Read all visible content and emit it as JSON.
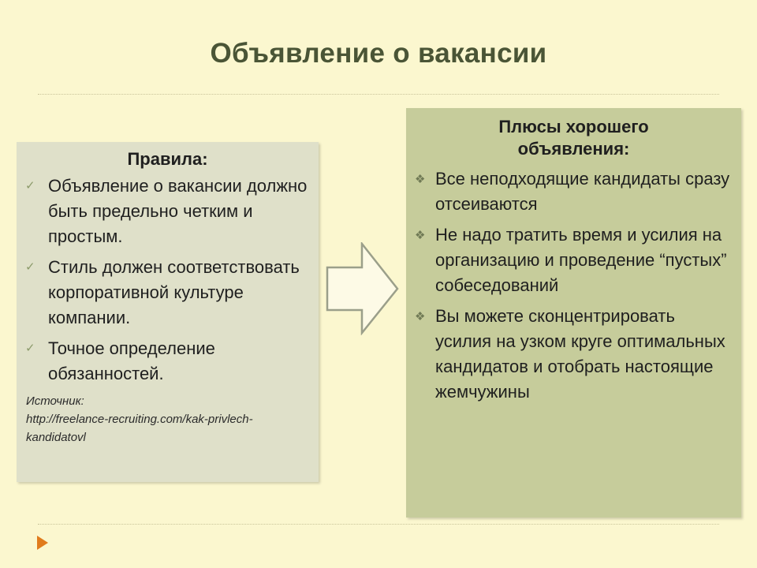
{
  "slide": {
    "title": "Объявление о вакансии"
  },
  "rules_box": {
    "heading": "Правила:",
    "items": [
      "Объявление о вакансии должно быть предельно четким и простым.",
      "Стиль должен соответствовать корпоративной культуре компании.",
      "Точное определение обязанностей."
    ],
    "source_label": "Источник:",
    "source_url": "http://freelance-recruiting.com/kak-privlech-kandidatovl"
  },
  "benefits_box": {
    "heading": "Плюсы хорошего объявления:",
    "items": [
      "Все неподходящие кандидаты сразу отсеиваются",
      "Не надо тратить время и усилия на организацию и проведение “пустых” собеседований",
      "Вы можете сконцентрировать усилия на узком круге оптимальных кандидатов и отобрать настоящие жемчужины"
    ]
  },
  "icons": {
    "list_bullet_left": "check-icon",
    "list_bullet_right": "diamond-icon",
    "connector": "right-arrow-icon",
    "navigation": "next-slide-icon"
  },
  "colors": {
    "background": "#fbf7cf",
    "title": "#4a5536",
    "left_box": "#dfe0c9",
    "right_box": "#c6cc9b",
    "nav_arrow": "#e07b1c"
  }
}
